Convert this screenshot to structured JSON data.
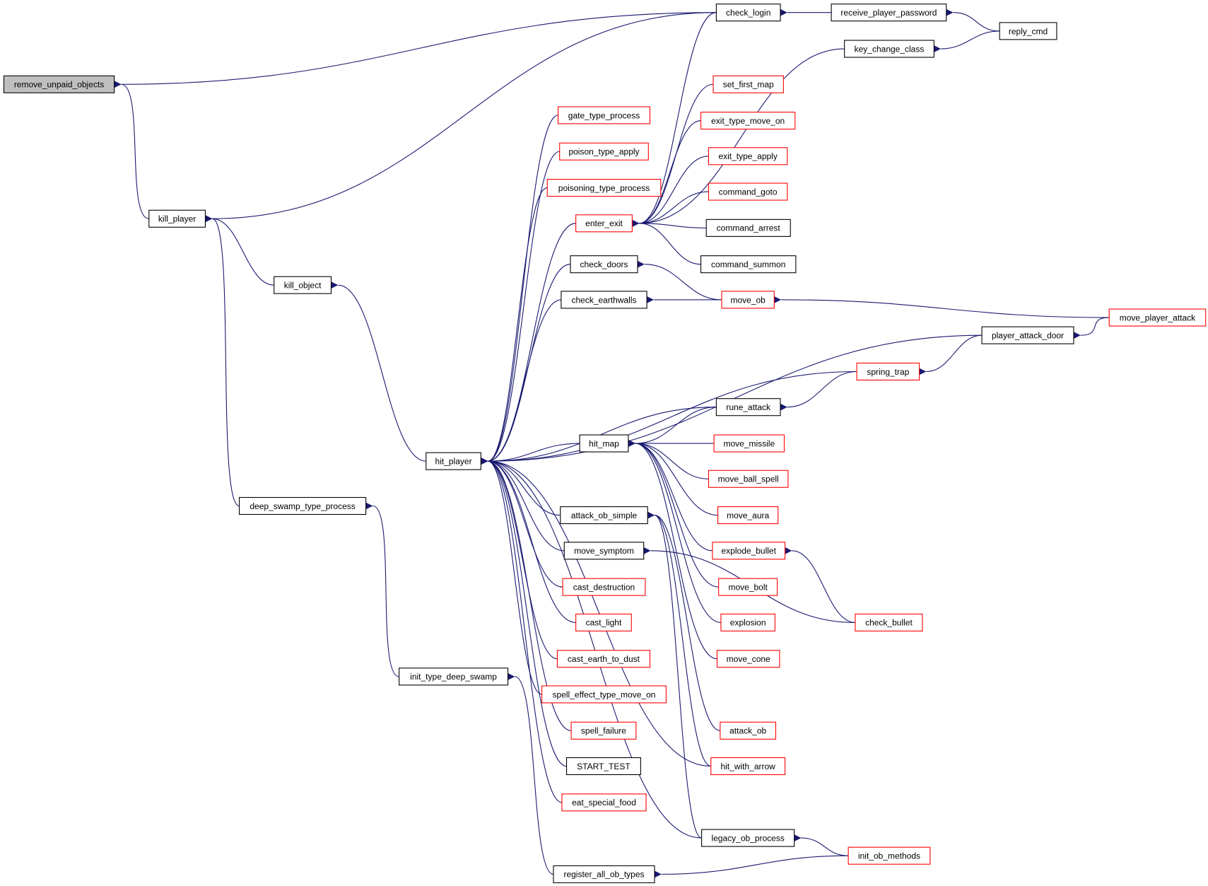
{
  "colors": {
    "edge": "#191970",
    "highlight_fill": "#bfbfbf",
    "black_border": "#000000",
    "red_border": "#ff0000"
  },
  "nodes": [
    {
      "id": "remove_unpaid_objects",
      "label": "remove_unpaid_objects",
      "style": "highlight"
    },
    {
      "id": "check_login",
      "label": "check_login",
      "style": "black"
    },
    {
      "id": "receive_player_password",
      "label": "receive_player_password",
      "style": "black"
    },
    {
      "id": "reply_cmd",
      "label": "reply_cmd",
      "style": "black"
    },
    {
      "id": "key_change_class",
      "label": "key_change_class",
      "style": "black"
    },
    {
      "id": "set_first_map",
      "label": "set_first_map",
      "style": "red"
    },
    {
      "id": "gate_type_process",
      "label": "gate_type_process",
      "style": "red"
    },
    {
      "id": "exit_type_move_on",
      "label": "exit_type_move_on",
      "style": "red"
    },
    {
      "id": "poison_type_apply",
      "label": "poison_type_apply",
      "style": "red"
    },
    {
      "id": "exit_type_apply",
      "label": "exit_type_apply",
      "style": "red"
    },
    {
      "id": "poisoning_type_process",
      "label": "poisoning_type_process",
      "style": "red"
    },
    {
      "id": "command_goto",
      "label": "command_goto",
      "style": "red"
    },
    {
      "id": "kill_player",
      "label": "kill_player",
      "style": "black"
    },
    {
      "id": "enter_exit",
      "label": "enter_exit",
      "style": "red"
    },
    {
      "id": "command_arrest",
      "label": "command_arrest",
      "style": "black"
    },
    {
      "id": "check_doors",
      "label": "check_doors",
      "style": "black"
    },
    {
      "id": "command_summon",
      "label": "command_summon",
      "style": "black"
    },
    {
      "id": "kill_object",
      "label": "kill_object",
      "style": "black"
    },
    {
      "id": "check_earthwalls",
      "label": "check_earthwalls",
      "style": "black"
    },
    {
      "id": "move_ob",
      "label": "move_ob",
      "style": "red"
    },
    {
      "id": "move_player_attack",
      "label": "move_player_attack",
      "style": "red"
    },
    {
      "id": "player_attack_door",
      "label": "player_attack_door",
      "style": "black"
    },
    {
      "id": "spring_trap",
      "label": "spring_trap",
      "style": "red"
    },
    {
      "id": "rune_attack",
      "label": "rune_attack",
      "style": "black"
    },
    {
      "id": "hit_map",
      "label": "hit_map",
      "style": "black"
    },
    {
      "id": "move_missile",
      "label": "move_missile",
      "style": "red"
    },
    {
      "id": "hit_player",
      "label": "hit_player",
      "style": "black"
    },
    {
      "id": "move_ball_spell",
      "label": "move_ball_spell",
      "style": "red"
    },
    {
      "id": "deep_swamp_type_process",
      "label": "deep_swamp_type_process",
      "style": "black"
    },
    {
      "id": "move_aura",
      "label": "move_aura",
      "style": "red"
    },
    {
      "id": "attack_ob_simple",
      "label": "attack_ob_simple",
      "style": "black"
    },
    {
      "id": "explode_bullet",
      "label": "explode_bullet",
      "style": "red"
    },
    {
      "id": "move_symptom",
      "label": "move_symptom",
      "style": "black"
    },
    {
      "id": "cast_destruction",
      "label": "cast_destruction",
      "style": "red"
    },
    {
      "id": "move_bolt",
      "label": "move_bolt",
      "style": "red"
    },
    {
      "id": "cast_light",
      "label": "cast_light",
      "style": "red"
    },
    {
      "id": "explosion",
      "label": "explosion",
      "style": "red"
    },
    {
      "id": "check_bullet",
      "label": "check_bullet",
      "style": "red"
    },
    {
      "id": "cast_earth_to_dust",
      "label": "cast_earth_to_dust",
      "style": "red"
    },
    {
      "id": "move_cone",
      "label": "move_cone",
      "style": "red"
    },
    {
      "id": "init_type_deep_swamp",
      "label": "init_type_deep_swamp",
      "style": "black"
    },
    {
      "id": "spell_effect_type_move_on",
      "label": "spell_effect_type_move_on",
      "style": "red"
    },
    {
      "id": "spell_failure",
      "label": "spell_failure",
      "style": "red"
    },
    {
      "id": "attack_ob",
      "label": "attack_ob",
      "style": "red"
    },
    {
      "id": "START_TEST",
      "label": "START_TEST",
      "style": "black"
    },
    {
      "id": "hit_with_arrow",
      "label": "hit_with_arrow",
      "style": "red"
    },
    {
      "id": "eat_special_food",
      "label": "eat_special_food",
      "style": "red"
    },
    {
      "id": "legacy_ob_process",
      "label": "legacy_ob_process",
      "style": "black"
    },
    {
      "id": "init_ob_methods",
      "label": "init_ob_methods",
      "style": "red"
    },
    {
      "id": "register_all_ob_types",
      "label": "register_all_ob_types",
      "style": "black"
    }
  ],
  "edges": [
    [
      "remove_unpaid_objects",
      "check_login"
    ],
    [
      "remove_unpaid_objects",
      "kill_player"
    ],
    [
      "check_login",
      "receive_player_password"
    ],
    [
      "receive_player_password",
      "reply_cmd"
    ],
    [
      "key_change_class",
      "reply_cmd"
    ],
    [
      "kill_player",
      "check_login"
    ],
    [
      "kill_player",
      "kill_object"
    ],
    [
      "kill_player",
      "deep_swamp_type_process"
    ],
    [
      "kill_object",
      "hit_player"
    ],
    [
      "deep_swamp_type_process",
      "init_type_deep_swamp"
    ],
    [
      "init_type_deep_swamp",
      "register_all_ob_types"
    ],
    [
      "register_all_ob_types",
      "init_ob_methods"
    ],
    [
      "legacy_ob_process",
      "init_ob_methods"
    ],
    [
      "enter_exit",
      "check_login"
    ],
    [
      "enter_exit",
      "key_change_class"
    ],
    [
      "enter_exit",
      "set_first_map"
    ],
    [
      "enter_exit",
      "exit_type_move_on"
    ],
    [
      "enter_exit",
      "exit_type_apply"
    ],
    [
      "enter_exit",
      "command_goto"
    ],
    [
      "enter_exit",
      "command_arrest"
    ],
    [
      "enter_exit",
      "command_summon"
    ],
    [
      "hit_player",
      "gate_type_process"
    ],
    [
      "hit_player",
      "poison_type_apply"
    ],
    [
      "hit_player",
      "poisoning_type_process"
    ],
    [
      "hit_player",
      "enter_exit"
    ],
    [
      "hit_player",
      "check_doors"
    ],
    [
      "hit_player",
      "check_earthwalls"
    ],
    [
      "hit_player",
      "player_attack_door"
    ],
    [
      "hit_player",
      "spring_trap"
    ],
    [
      "hit_player",
      "rune_attack"
    ],
    [
      "hit_player",
      "hit_map"
    ],
    [
      "hit_player",
      "attack_ob_simple"
    ],
    [
      "hit_player",
      "move_symptom"
    ],
    [
      "hit_player",
      "cast_destruction"
    ],
    [
      "hit_player",
      "cast_light"
    ],
    [
      "hit_player",
      "cast_earth_to_dust"
    ],
    [
      "hit_player",
      "spell_effect_type_move_on"
    ],
    [
      "hit_player",
      "spell_failure"
    ],
    [
      "hit_player",
      "START_TEST"
    ],
    [
      "hit_player",
      "eat_special_food"
    ],
    [
      "hit_player",
      "legacy_ob_process"
    ],
    [
      "hit_player",
      "hit_with_arrow"
    ],
    [
      "check_doors",
      "move_ob"
    ],
    [
      "check_earthwalls",
      "move_ob"
    ],
    [
      "move_ob",
      "move_player_attack"
    ],
    [
      "player_attack_door",
      "move_player_attack"
    ],
    [
      "spring_trap",
      "player_attack_door"
    ],
    [
      "rune_attack",
      "spring_trap"
    ],
    [
      "hit_map",
      "rune_attack"
    ],
    [
      "hit_map",
      "move_missile"
    ],
    [
      "hit_map",
      "move_ball_spell"
    ],
    [
      "hit_map",
      "move_aura"
    ],
    [
      "hit_map",
      "explode_bullet"
    ],
    [
      "hit_map",
      "move_bolt"
    ],
    [
      "hit_map",
      "explosion"
    ],
    [
      "hit_map",
      "move_cone"
    ],
    [
      "explode_bullet",
      "check_bullet"
    ],
    [
      "move_symptom",
      "check_bullet"
    ],
    [
      "attack_ob_simple",
      "attack_ob"
    ],
    [
      "attack_ob_simple",
      "hit_with_arrow"
    ],
    [
      "attack_ob_simple",
      "legacy_ob_process"
    ]
  ]
}
